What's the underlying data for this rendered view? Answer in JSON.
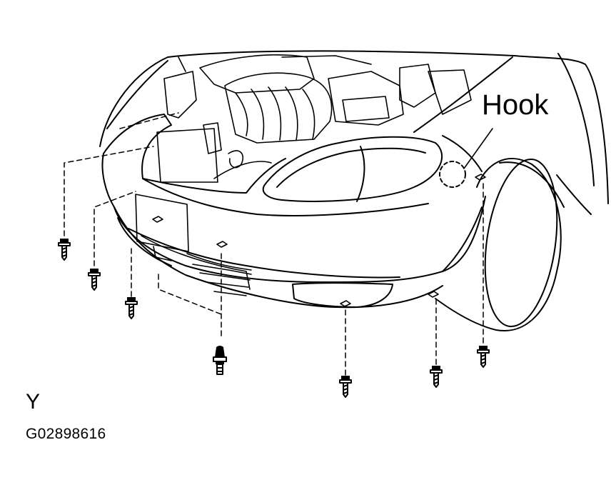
{
  "labels": {
    "hook": "Hook",
    "view": "Y",
    "figure_code": "G02898616"
  },
  "colors": {
    "line": "#000000",
    "background": "#ffffff"
  },
  "parts": {
    "bolt_icon": "bolt-icon",
    "clip_icon": "clip-icon"
  }
}
